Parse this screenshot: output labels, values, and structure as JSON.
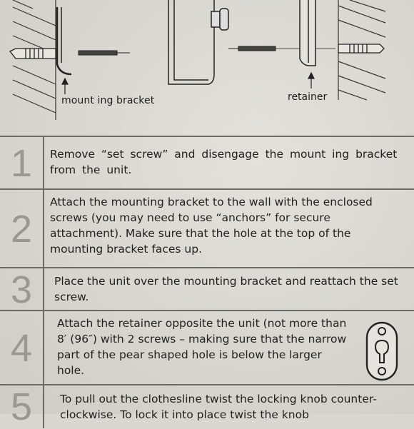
{
  "diagram": {
    "mounting_bracket_label": "mount ing bracket",
    "retainer_label": "retainer"
  },
  "steps": [
    {
      "number": "1",
      "text": "Remove  “set screw”  and disengage the mount ing bracket from the unit."
    },
    {
      "number": "2",
      "text": "Attach the mounting bracket to the wall with the enclosed screws (you may need to use  “anchors”  for secure attachment). Make sure that the hole at the top of the mounting bracket faces up."
    },
    {
      "number": "3",
      "text": "Place the unit over the mounting bracket and reattach the set screw."
    },
    {
      "number": "4",
      "text": "Attach the retainer opposite the unit (not more than 8′ (96″) with 2 screws – making sure that the narrow part of the pear shaped hole is below the larger hole."
    },
    {
      "number": "5",
      "text": "To pull out the clothesline twist the locking knob counter-clockwise.   To lock it into place twist the knob"
    }
  ]
}
